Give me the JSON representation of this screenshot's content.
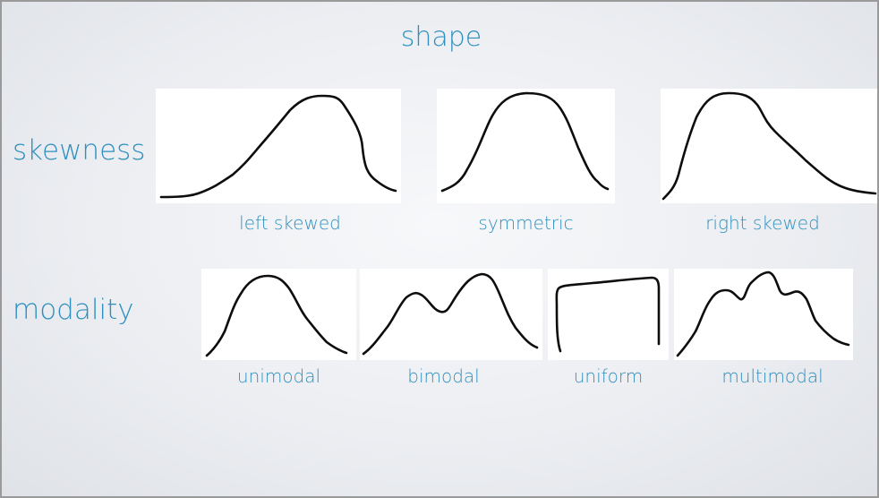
{
  "title": "shape",
  "skewness": {
    "label": "skewness",
    "items": [
      {
        "caption": "left skewed"
      },
      {
        "caption": "symmetric"
      },
      {
        "caption": "right skewed"
      }
    ]
  },
  "modality": {
    "label": "modality",
    "items": [
      {
        "caption": "unimodal"
      },
      {
        "caption": "bimodal"
      },
      {
        "caption": "uniform"
      },
      {
        "caption": "multimodal"
      }
    ]
  },
  "colors": {
    "text_accent": "#2f8fbf",
    "curve": "#0d0d0d",
    "panel_bg": "#ffffff"
  }
}
